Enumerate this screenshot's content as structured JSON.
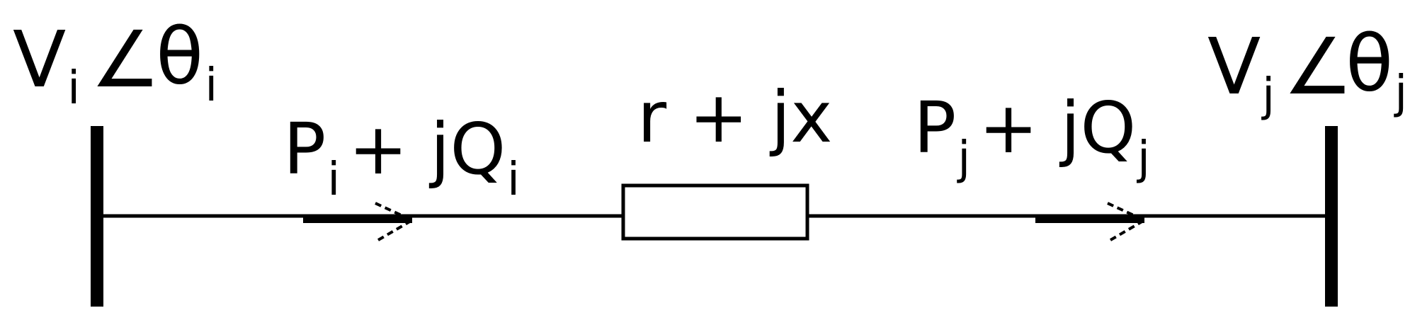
{
  "diagram": {
    "bus_i": {
      "voltage": "V",
      "voltage_sub": "i",
      "angle_symbol": "∠",
      "theta": "θ",
      "theta_sub": "i"
    },
    "bus_j": {
      "voltage": "V",
      "voltage_sub": "j",
      "angle_symbol": "∠",
      "theta": "θ",
      "theta_sub": "j"
    },
    "flow_i": {
      "p": "P",
      "p_sub": "i",
      "plus_jq": "+ jQ",
      "q_sub": "i"
    },
    "flow_j": {
      "p": "P",
      "p_sub": "j",
      "plus_jq": "+ jQ",
      "q_sub": "j"
    },
    "impedance": "r + jx"
  },
  "colors": {
    "line": "#000000",
    "background": "#ffffff"
  }
}
